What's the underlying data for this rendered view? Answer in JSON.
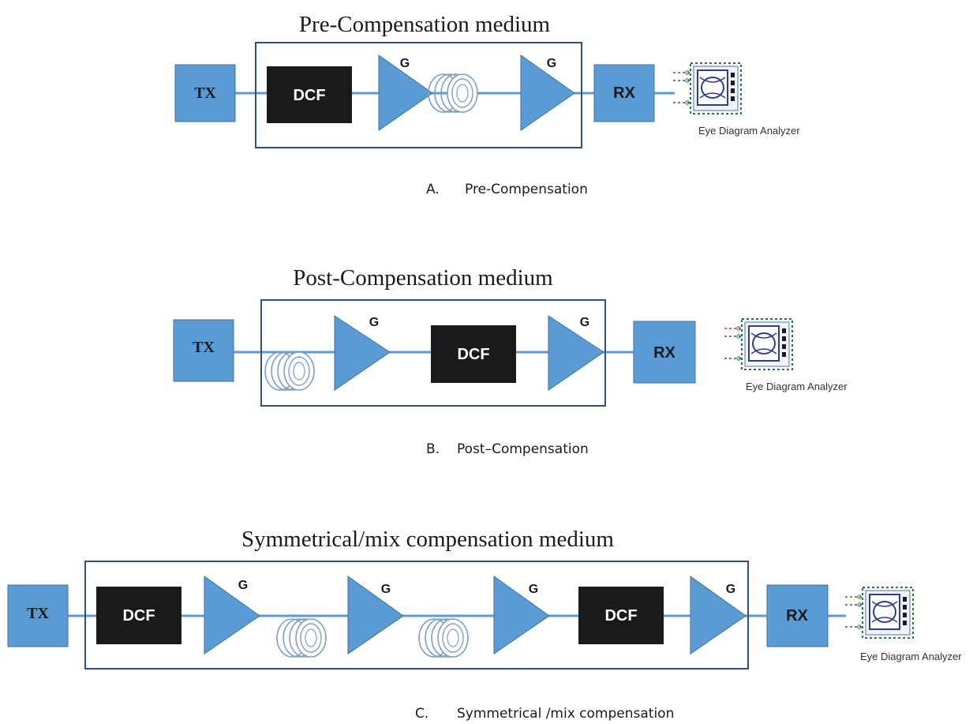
{
  "colors": {
    "block": "#5b9bd5",
    "block_stroke": "#41719c",
    "dcf": "#1a1a1a",
    "dcf_text": "#ffffff",
    "line": "#5b9bd5",
    "medium_border": "#2f4f7f"
  },
  "icons": {
    "fiber": "fiber-spool-icon",
    "amplifier": "amplifier-triangle-icon",
    "analyzer": "eye-diagram-analyzer-icon"
  },
  "diagram_a": {
    "title": "Pre-Compensation medium",
    "tx": "TX",
    "dcf": "DCF",
    "amp1_gain": "G",
    "amp2_gain": "G",
    "rx": "RX",
    "analyzer": "Eye Diagram Analyzer",
    "caption_letter": "A.",
    "caption_text": "Pre-Compensation"
  },
  "diagram_b": {
    "title": "Post-Compensation medium",
    "tx": "TX",
    "dcf": "DCF",
    "amp1_gain": "G",
    "amp2_gain": "G",
    "rx": "RX",
    "analyzer": "Eye Diagram Analyzer",
    "caption_letter": "B.",
    "caption_text": "Post–Compensation"
  },
  "diagram_c": {
    "title": "Symmetrical/mix compensation medium",
    "tx": "TX",
    "dcf1": "DCF",
    "dcf2": "DCF",
    "amp1_gain": "G",
    "amp2_gain": "G",
    "amp3_gain": "G",
    "amp4_gain": "G",
    "rx": "RX",
    "analyzer": "Eye Diagram Analyzer",
    "caption_letter": "C.",
    "caption_text": "Symmetrical /mix compensation"
  }
}
